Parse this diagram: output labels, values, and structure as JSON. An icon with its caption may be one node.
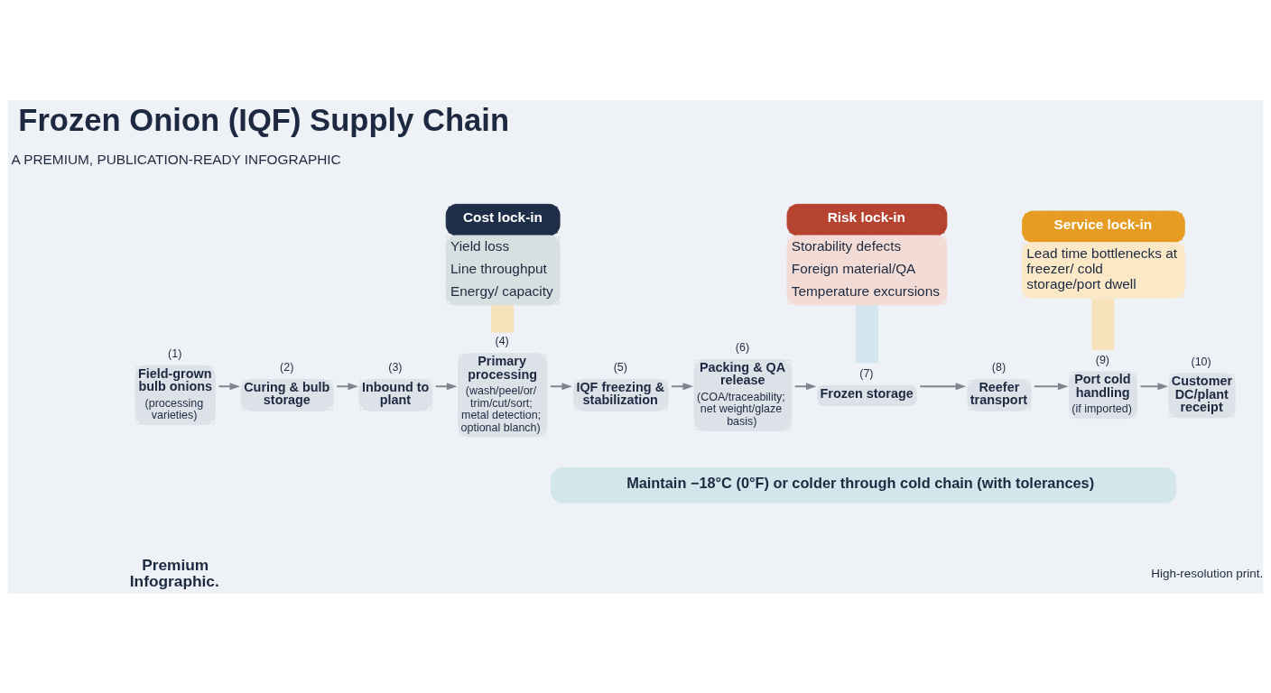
{
  "diagram": {
    "title": "Frozen Onion (IQF) Supply Chain",
    "nodes": [
      {
        "text": [
          "Cost lock-in",
          "Yield loss",
          "Line throughput",
          "Energy/ capacity"
        ]
      },
      {
        "text": [
          "Risk lock-in",
          "Storability defects",
          "Foreign material/QA",
          "Temperature excursions"
        ]
      },
      {
        "text": [
          "Service lock-in",
          "Lead time bottlenecks at freezer/ cold storage/port dwell"
        ]
      },
      {
        "text": [
          "(1)",
          "Field-grown bulb onions",
          "(processing varieties)"
        ]
      },
      {
        "text": [
          "(2)",
          "Curing & bulb storage"
        ]
      },
      {
        "text": [
          "(3)",
          "Inbound to plant"
        ]
      },
      {
        "text": [
          "(4)",
          "Primary processing",
          "(wash/peel/or/ trim/cut/sort; metal detection; optional blanch)"
        ]
      },
      {
        "text": [
          "(5)",
          "IQF freezing & stabilization"
        ]
      },
      {
        "text": [
          "(6)",
          "Packing & QA release",
          "(COA/traceability; net weight/glaze basis)"
        ]
      },
      {
        "text": [
          "(7)",
          "Frozen storage"
        ]
      },
      {
        "text": [
          "(8)",
          "Reefer transport"
        ]
      },
      {
        "text": [
          "(9)",
          "Port cold handling",
          "(if imported)"
        ]
      },
      {
        "text": [
          "(10)",
          "Customer DC/plant receipt"
        ]
      },
      {
        "text": [
          "Maintain −18°C (0°F) or colder through cold chain (with tolerances)"
        ]
      }
    ],
    "edges": [
      {
        "from": 3,
        "to": 4,
        "arrow": "to"
      },
      {
        "from": 4,
        "to": 5,
        "arrow": "to"
      },
      {
        "from": 5,
        "to": 6,
        "arrow": "to"
      },
      {
        "from": 6,
        "to": 7,
        "arrow": "to"
      },
      {
        "from": 7,
        "to": 8,
        "arrow": "to"
      },
      {
        "from": 8,
        "to": 9,
        "arrow": "to"
      },
      {
        "from": 9,
        "to": 10,
        "arrow": "to"
      },
      {
        "from": 10,
        "to": 11,
        "arrow": "to"
      },
      {
        "from": 11,
        "to": 12,
        "arrow": "to"
      },
      {
        "from": 0,
        "to": 6,
        "arrow": "none",
        "style": "thick",
        "color": "#f8e2bb"
      },
      {
        "from": 1,
        "to": 9,
        "arrow": "none",
        "style": "thick",
        "color": "#d3e6ed"
      },
      {
        "from": 2,
        "to": 11,
        "arrow": "none",
        "style": "thick",
        "color": "#f8e2bb"
      }
    ],
    "labels": [
      "A PREMIUM, PUBLICATION-READY INFOGRAPHIC",
      "Premium Infographic.",
      "High-resolution print."
    ]
  }
}
